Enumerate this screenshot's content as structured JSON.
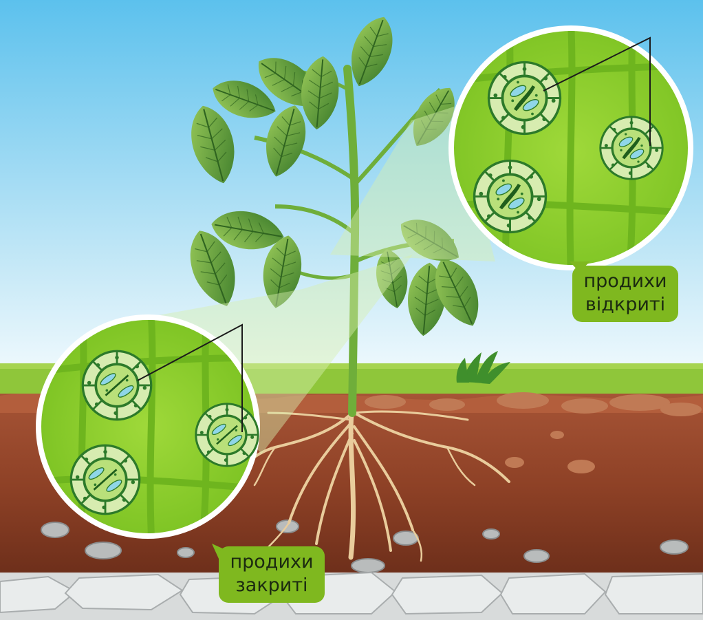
{
  "labels": {
    "open": {
      "line1": "продихи",
      "line2": "відкриті"
    },
    "closed": {
      "line1": "продихи",
      "line2": "закриті"
    }
  },
  "colors": {
    "sky_top": "#5fc3ee",
    "sky_bottom": "#f4fbfe",
    "grass": "#8fc63a",
    "soil_light": "#9a4a2e",
    "soil_dark": "#7c3520",
    "stone": "#d9dcdc",
    "leaf_dark": "#3f7d2a",
    "leaf_light": "#8cc152",
    "stem": "#6fae3a",
    "root": "#e6c79a",
    "cell_fill": "#cfe89a",
    "tissue": "#8ccf2a",
    "label_bg": "#7fb81f"
  },
  "icons": [
    "plant-icon",
    "magnifier-circle-icon",
    "stomata-icon",
    "grass-tuft-icon",
    "stone-icon"
  ]
}
